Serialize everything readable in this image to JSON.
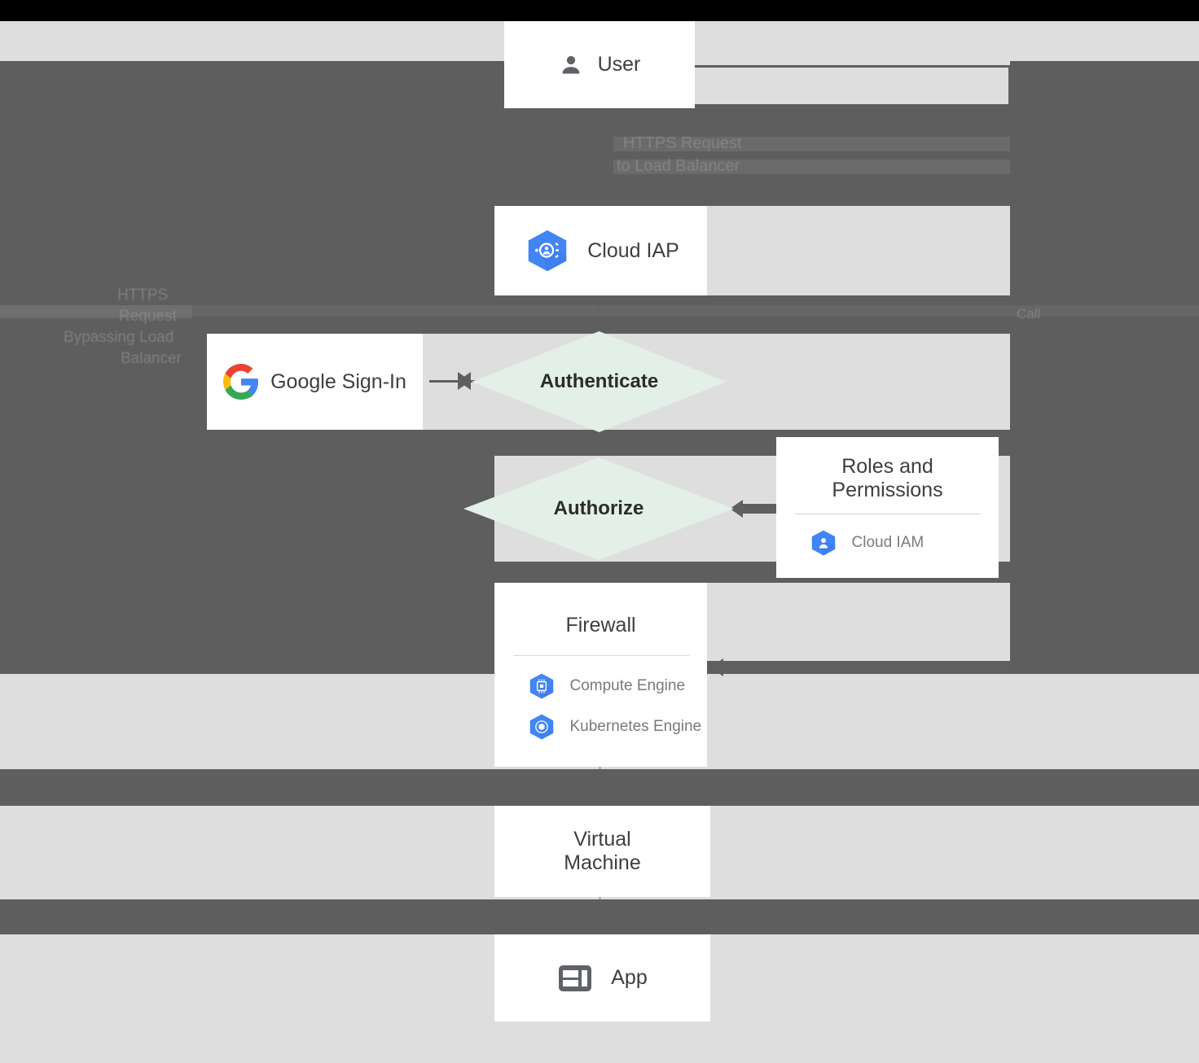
{
  "diagram": {
    "title": "Cloud IAP authentication and authorization flow",
    "colors": {
      "band_dark": "#5e5e5e",
      "band_light": "#dedede",
      "band_black": "#000000",
      "diamond_fill": "#e2f0e8",
      "connector": "#5f5f5f",
      "gcp_blue": "#4285f4",
      "text_dark": "#3c4043",
      "text_muted": "#7a7a7a"
    },
    "nodes": {
      "user": {
        "label": "User",
        "icon": "person-icon"
      },
      "cloud_iap": {
        "label": "Cloud IAP",
        "icon": "cloud-iap-icon"
      },
      "google_signin": {
        "label": "Google Sign-In",
        "icon": "google-g-icon"
      },
      "authenticate": {
        "label": "Authenticate",
        "shape": "diamond"
      },
      "authorize": {
        "label": "Authorize",
        "shape": "diamond"
      },
      "roles": {
        "title_line1": "Roles and",
        "title_line2": "Permissions",
        "services": [
          {
            "name": "Cloud IAM",
            "icon": "cloud-iam-icon"
          }
        ]
      },
      "firewall": {
        "title": "Firewall",
        "services": [
          {
            "name": "Compute Engine",
            "icon": "compute-engine-icon"
          },
          {
            "name": "Kubernetes Engine",
            "icon": "kubernetes-engine-icon"
          }
        ]
      },
      "virtual_machine": {
        "title_line1": "Virtual",
        "title_line2": "Machine"
      },
      "app": {
        "label": "App",
        "icon": "app-dashboard-icon"
      }
    },
    "annotations": {
      "top_request_line1": "HTTPS Request",
      "top_request_line2": "to Load Balancer",
      "left_bypass_line1": "HTTPS",
      "left_bypass_line2": "Request",
      "left_bypass_line3": "Bypassing Load",
      "left_bypass_line4": "Balancer",
      "right_call": "Call"
    }
  }
}
